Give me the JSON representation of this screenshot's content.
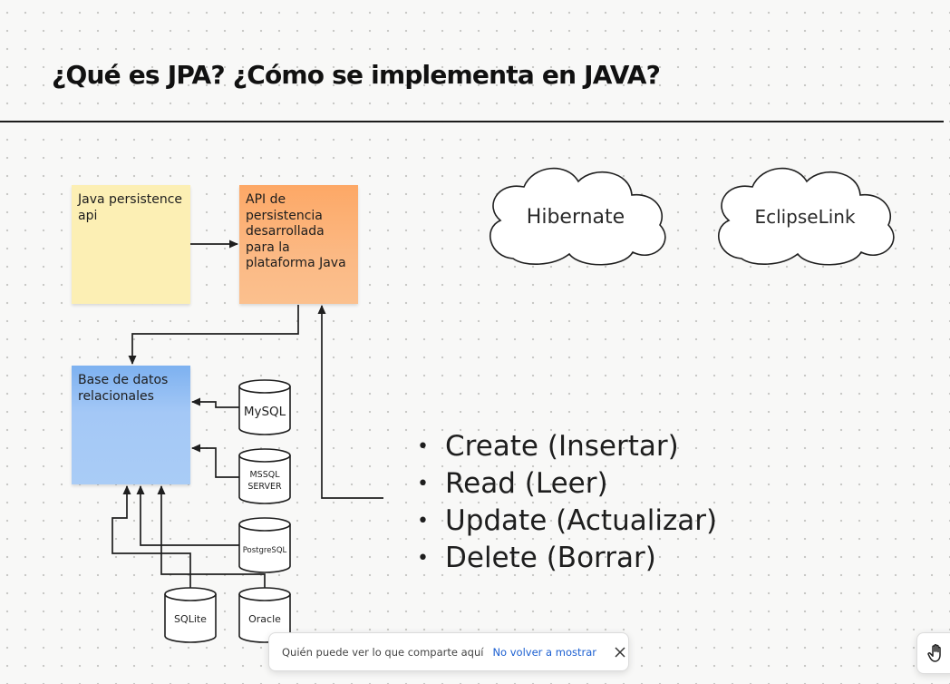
{
  "slide": {
    "title": "¿Qué es JPA? ¿Cómo se implementa en JAVA?"
  },
  "notes": {
    "jpa": "Java persistence api",
    "api": "API de persistencia desarrollada para la plataforma Java",
    "db": "Base de datos relacionales"
  },
  "databases": {
    "mysql": "MySQL",
    "mssql_line1": "MSSQL",
    "mssql_line2": "SERVER",
    "postgres": "PostgreSQL",
    "sqlite": "SQLite",
    "oracle": "Oracle"
  },
  "implementations": {
    "hibernate": "Hibernate",
    "eclipselink": "EclipseLink"
  },
  "crud": [
    "Create (Insertar)",
    "Read (Leer)",
    "Update (Actualizar)",
    "Delete (Borrar)"
  ],
  "toast": {
    "message": "Quién puede ver lo que comparte aquí",
    "dismiss_label": "No volver a mostrar",
    "close_icon": "close-icon",
    "person_icon": "person-visibility-icon"
  },
  "toolbar": {
    "hand_icon": "hand-icon"
  }
}
